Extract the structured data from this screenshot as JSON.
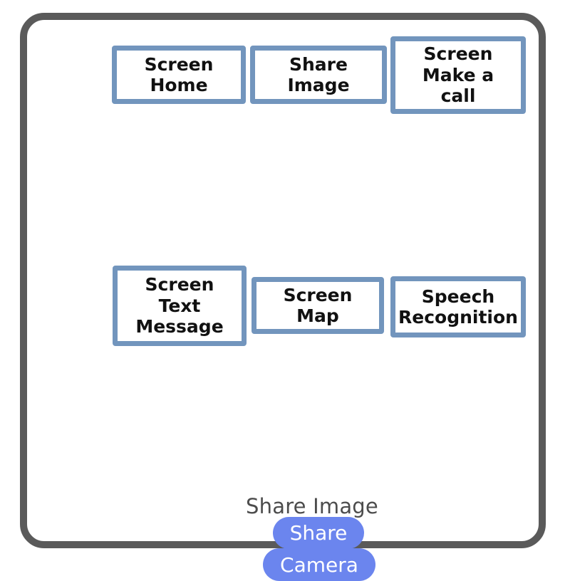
{
  "app": {
    "frame_border_color": "#5a5a5a",
    "background_color": "#ffffff"
  },
  "diagram": {
    "box_border_color": "#7295bd",
    "box_fill_color": "#ffffff",
    "box_text_color": "#111111",
    "rows": [
      {
        "row_index": 1,
        "boxes": [
          {
            "id": "screen-home",
            "label": "Screen\nHome"
          },
          {
            "id": "share-image",
            "label": "Share\nImage"
          },
          {
            "id": "screen-make-a-call",
            "label": "Screen\nMake a\ncall"
          }
        ]
      },
      {
        "row_index": 2,
        "boxes": [
          {
            "id": "screen-text-message",
            "label": "Screen\nText\nMessage"
          },
          {
            "id": "screen-map",
            "label": "Screen\nMap"
          },
          {
            "id": "speech-recognition",
            "label": "Speech\nRecognition"
          }
        ]
      }
    ]
  },
  "share_sheet": {
    "title": "Share Image",
    "title_color": "#4c4c4c",
    "button_color": "#6b85ee",
    "button_text_color": "#ffffff",
    "buttons": [
      {
        "id": "share",
        "label": "Share"
      },
      {
        "id": "camera",
        "label": "Camera"
      }
    ]
  }
}
